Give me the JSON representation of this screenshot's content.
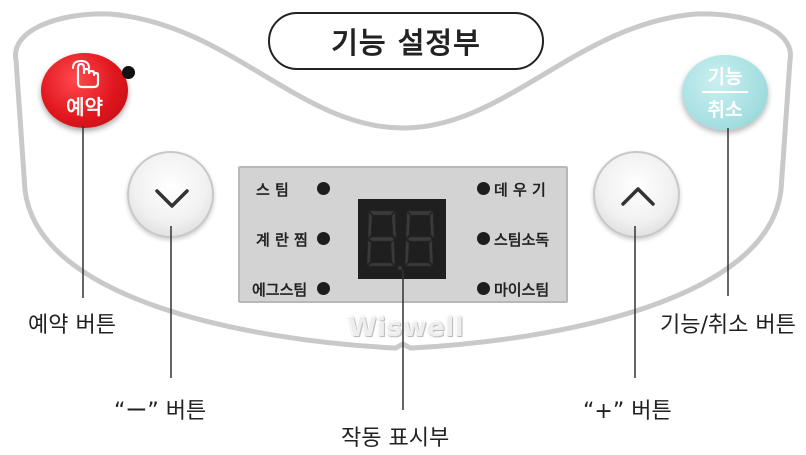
{
  "title": "기능 설정부",
  "buttons": {
    "reserve": "예약",
    "function_top": "기능",
    "function_bottom": "취소"
  },
  "modes_left": [
    "스 팀",
    "계 란 찜",
    "에그스팀"
  ],
  "modes_right": [
    "데 우 기",
    "스팀소독",
    "마이스팀"
  ],
  "display_value": "88",
  "brand": "Wiswell",
  "labels": {
    "reserve": "예약 버튼",
    "minus": "“ー” 버튼",
    "display": "작동 표시부",
    "plus": "“+” 버튼",
    "function": "기능/취소 버튼"
  },
  "colors": {
    "reserve_button": "#e0161d",
    "function_button": "#a7e0e2",
    "panel": "#d3d3d3",
    "display": "#1f1f1f",
    "segment": "#3a3a3a"
  },
  "icons": [
    "hand-pointer-icon",
    "chevron-down-icon",
    "chevron-up-icon",
    "led-indicator-icon"
  ]
}
